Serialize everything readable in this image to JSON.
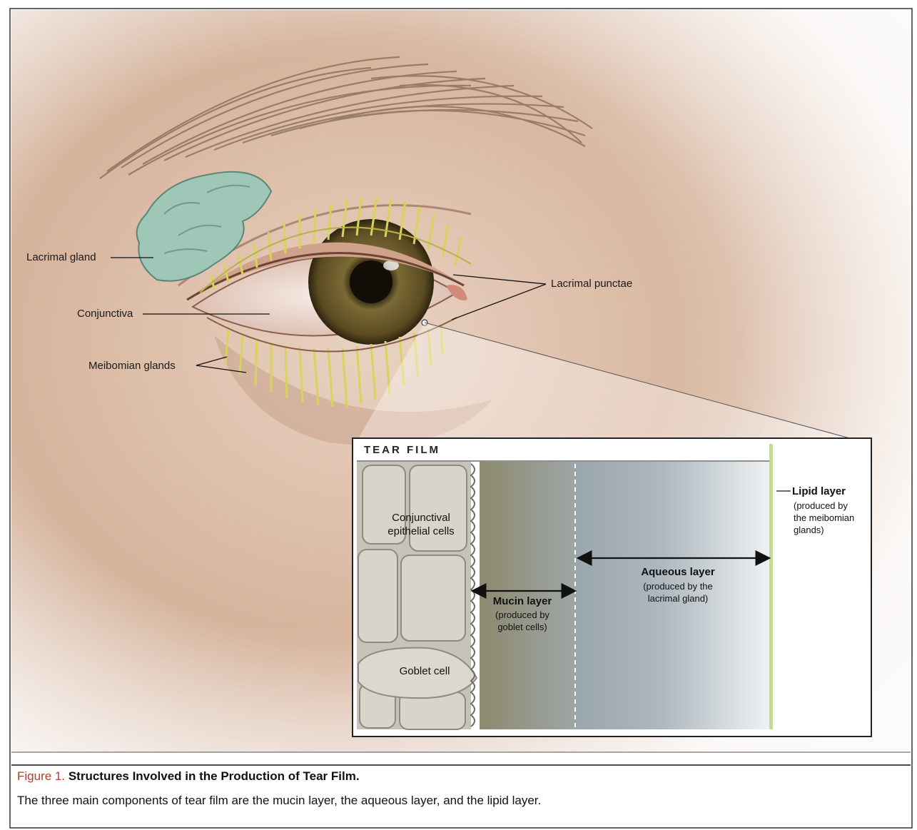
{
  "eye": {
    "lacrimal_gland": "Lacrimal gland",
    "conjunctiva": "Conjunctiva",
    "meibomian_glands": "Meibomian glands",
    "lacrimal_punctae": "Lacrimal punctae"
  },
  "inset": {
    "title": "TEAR FILM",
    "conjunctival_cells": [
      "Conjunctival",
      "epithelial cells"
    ],
    "goblet_cell": "Goblet cell",
    "mucin": {
      "name": "Mucin layer",
      "source": [
        "(produced by",
        "goblet cells)"
      ]
    },
    "aqueous": {
      "name": "Aqueous layer",
      "source": [
        "(produced by the",
        "lacrimal gland)"
      ]
    },
    "lipid": {
      "name": "Lipid layer",
      "source": [
        "(produced by",
        "the meibomian",
        "glands)"
      ]
    }
  },
  "caption": {
    "figure_number": "Figure 1.",
    "title": "Structures Involved in the Production of Tear Film.",
    "text": "The three main components of tear film are the mucin layer, the aqueous layer, and the lipid layer."
  },
  "colors": {
    "skin": "#cfa88e",
    "iris": "#6b5a2c",
    "gland": "#9fc7b7",
    "meibomian": "#e3e06a",
    "caption_number": "#b0402a"
  }
}
